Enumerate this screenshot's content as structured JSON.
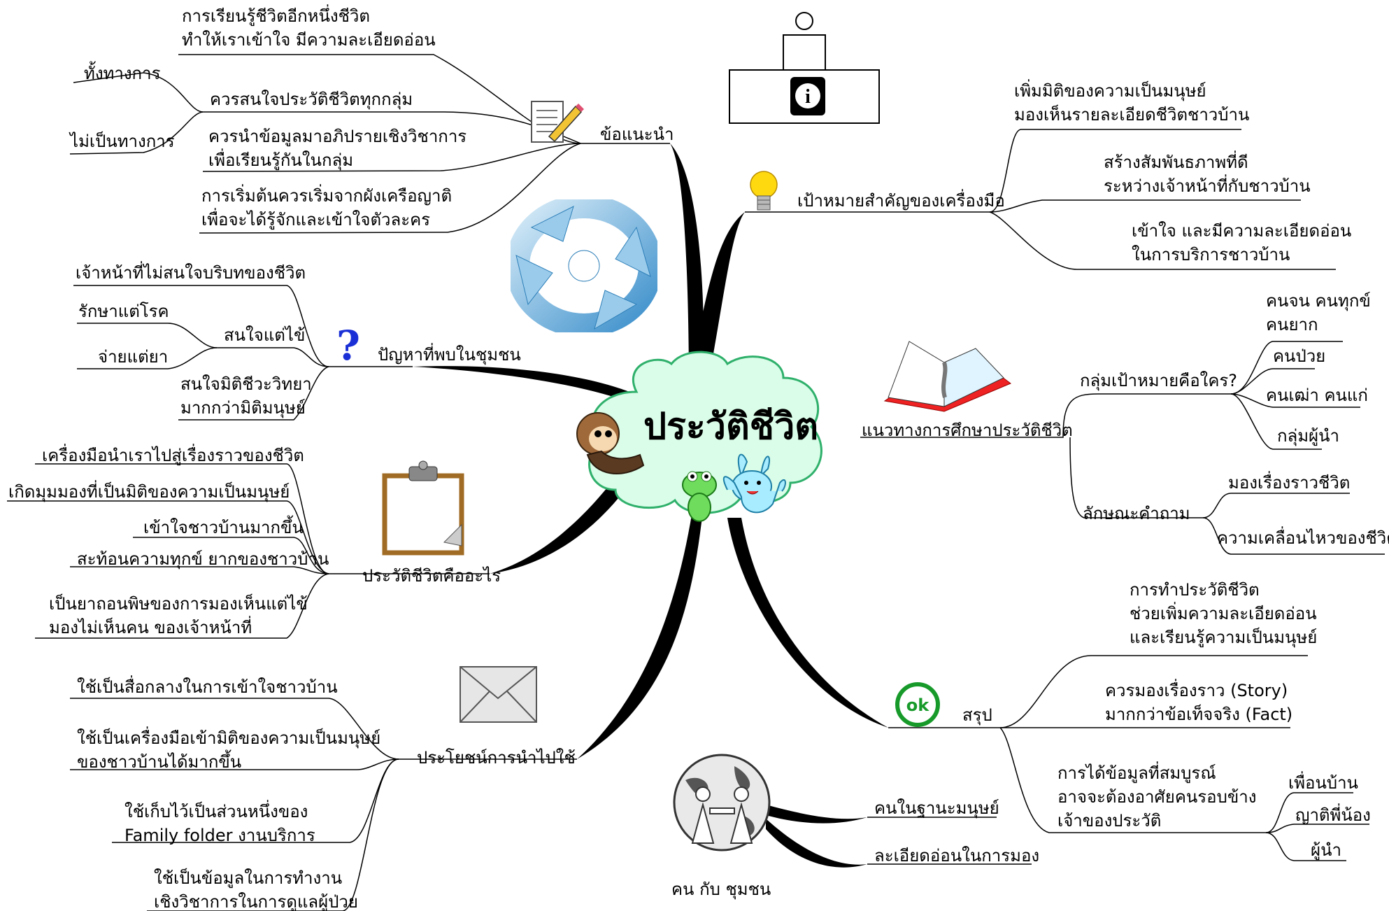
{
  "center": {
    "title": "ประวัติชีวิต"
  },
  "colors": {
    "cloud": "#d9fde8",
    "cloud_stroke": "#55c98a",
    "branch": "#000000",
    "line": "#000000"
  },
  "icons": [
    "notepad-pencil-icon",
    "person-info-desk-icon",
    "lightbulb-icon",
    "cycle-arrows-icon",
    "question-mark-icon",
    "open-book-icon",
    "clipboard-icon",
    "ok-badge-icon",
    "envelope-icon",
    "globe-people-icon",
    "monkey-icon",
    "frog-icon",
    "rabbit-icon"
  ],
  "branches": {
    "advice": {
      "label": "ข้อแนะนำ",
      "items": [
        {
          "lines": [
            "การเรียนรู้ชีวิตอีกหนึ่งชีวิต",
            "ทำให้เราเข้าใจ มีความละเอียดอ่อน"
          ]
        },
        {
          "lines": [
            "ควรสนใจประวัติชีวิตทุกกลุ่ม"
          ],
          "children": [
            "ทั้งทางการ",
            "ไม่เป็นทางการ"
          ]
        },
        {
          "lines": [
            "ควรนำข้อมูลมาอภิปรายเชิงวิชาการ",
            "เพื่อเรียนรู้กันในกลุ่ม"
          ]
        },
        {
          "lines": [
            "การเริ่มต้นควรเริ่มจากผังเครือญาติ",
            "เพื่อจะได้รู้จักและเข้าใจตัวละคร"
          ]
        }
      ]
    },
    "problems": {
      "label": "ปัญหาที่พบในชุมชน",
      "items": [
        {
          "lines": [
            "เจ้าหน้าที่ไม่สนใจบริบทของชีวิต"
          ]
        },
        {
          "lines": [
            "สนใจแต่ไข้"
          ],
          "children": [
            "รักษาแต่โรค",
            "จ่ายแต่ยา"
          ]
        },
        {
          "lines": [
            "สนใจมิติชีวะวิทยา",
            "มากกว่ามิติมนุษย์"
          ]
        }
      ]
    },
    "what_is": {
      "label": "ประวัติชีวิตคืออะไร",
      "items": [
        {
          "lines": [
            "เครื่องมือนำเราไปสู่เรื่องราวของชีวิต"
          ]
        },
        {
          "lines": [
            "เกิดมุมมองที่เป็นมิติของความเป็นมนุษย์"
          ]
        },
        {
          "lines": [
            "เข้าใจชาวบ้านมากขึ้น"
          ]
        },
        {
          "lines": [
            "สะท้อนความทุกข์ ยากของชาวบ้าน"
          ]
        },
        {
          "lines": [
            "เป็นยาถอนพิษของการมองเห็นแต่ไข้",
            "มองไม่เห็นคน ของเจ้าหน้าที่"
          ]
        }
      ]
    },
    "benefits": {
      "label": "ประโยชน์การนำไปใช้",
      "items": [
        {
          "lines": [
            "ใช้เป็นสื่อกลางในการเข้าใจชาวบ้าน"
          ]
        },
        {
          "lines": [
            "ใช้เป็นเครื่องมือเข้ามิติของความเป็นมนุษย์",
            "ของชาวบ้านได้มากขึ้น"
          ]
        },
        {
          "lines": [
            "ใช้เก็บไว้เป็นส่วนหนึ่งของ",
            "Family folder งานบริการ"
          ]
        },
        {
          "lines": [
            "ใช้เป็นข้อมูลในการทำงาน",
            "เชิงวิชาการในการดูแลผู้ป่วย"
          ]
        }
      ]
    },
    "goals": {
      "label": "เป้าหมายสำคัญของเครื่องมือ",
      "items": [
        {
          "lines": [
            "เพิ่มมิติของความเป็นมนุษย์",
            "มองเห็นรายละเอียดชีวิตชาวบ้าน"
          ]
        },
        {
          "lines": [
            "สร้างสัมพันธภาพที่ดี",
            "ระหว่างเจ้าหน้าที่กับชาวบ้าน"
          ]
        },
        {
          "lines": [
            "เข้าใจ และมีความละเอียดอ่อน",
            "ในการบริการชาวบ้าน"
          ]
        }
      ]
    },
    "approach": {
      "label": "แนวทางการศึกษาประวัติชีวิต",
      "items": [
        {
          "lines": [
            "กลุ่มเป้าหมายคือใคร?"
          ],
          "children": [
            "คนจน คนทุกข์",
            "คนยาก",
            "คนป่วย",
            "คนเฒ่า คนแก่",
            "กลุ่มผู้นำ"
          ]
        },
        {
          "lines": [
            "ลักษณะคำถาม"
          ],
          "children": [
            "มองเรื่องราวชีวิต",
            "ความเคลื่อนไหวของชีวิต"
          ]
        }
      ]
    },
    "summary": {
      "label": "สรุป",
      "items": [
        {
          "lines": [
            "การทำประวัติชีวิต",
            "ช่วยเพิ่มความละเอียดอ่อน",
            "และเรียนรู้ความเป็นมนุษย์"
          ]
        },
        {
          "lines": [
            "ควรมองเรื่องราว (Story)",
            "มากกว่าข้อเท็จจริง (Fact)"
          ]
        },
        {
          "lines": [
            "การได้ข้อมูลที่สมบูรณ์",
            "อาจจะต้องอาศัยคนรอบข้าง",
            "เจ้าของประวัติ"
          ],
          "children": [
            "เพื่อนบ้าน",
            "ญาติพี่น้อง",
            "ผู้นำ"
          ]
        }
      ]
    },
    "community": {
      "label": "คน กับ ชุมชน",
      "items": [
        {
          "lines": [
            "คนในฐานะมนุษย์"
          ]
        },
        {
          "lines": [
            "ละเอียดอ่อนในการมอง"
          ]
        }
      ]
    }
  }
}
